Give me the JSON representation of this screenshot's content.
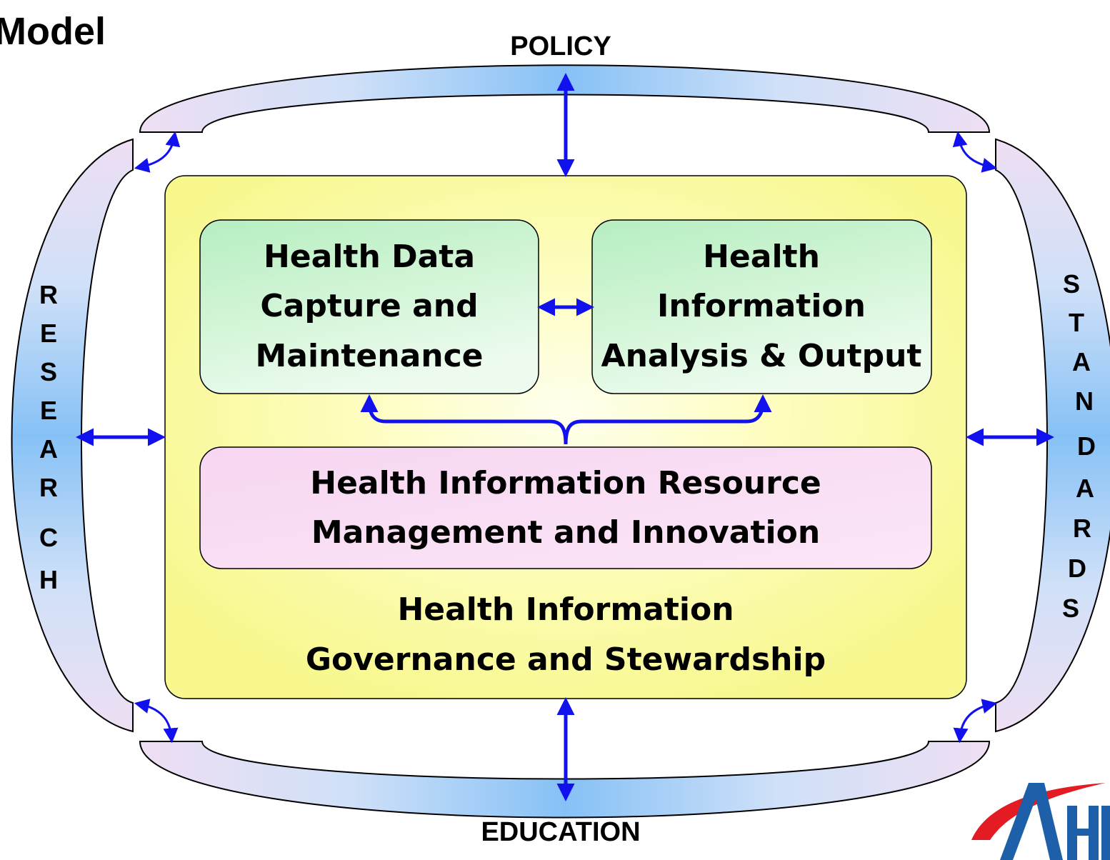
{
  "title": "Model",
  "frame": {
    "top_label": "POLICY",
    "bottom_label": "EDUCATION",
    "left_label": [
      "R",
      "E",
      "S",
      "E",
      "A",
      "R",
      "C",
      "H"
    ],
    "right_label": [
      "S",
      "T",
      "A",
      "N",
      "D",
      "A",
      "R",
      "D",
      "S"
    ]
  },
  "core": {
    "box_capture": [
      "Health Data",
      "Capture and",
      "Maintenance"
    ],
    "box_analysis": [
      "Health",
      "Information",
      "Analysis & Output"
    ],
    "box_resource": [
      "Health Information Resource",
      "Management and Innovation"
    ],
    "governance": [
      "Health Information",
      "Governance and Stewardship"
    ]
  },
  "logo": {
    "text": "AHI",
    "colors": {
      "swoosh": "#e31b23",
      "letters": "#1d5fa8"
    }
  },
  "colors": {
    "arrow": "#1111ee",
    "governance_fill": "#fbfb98",
    "box_green": "#c6f3cb",
    "box_pink": "#f9dcf3",
    "band_blue": "#8ec5f7",
    "band_lilac": "#e5dff3"
  }
}
